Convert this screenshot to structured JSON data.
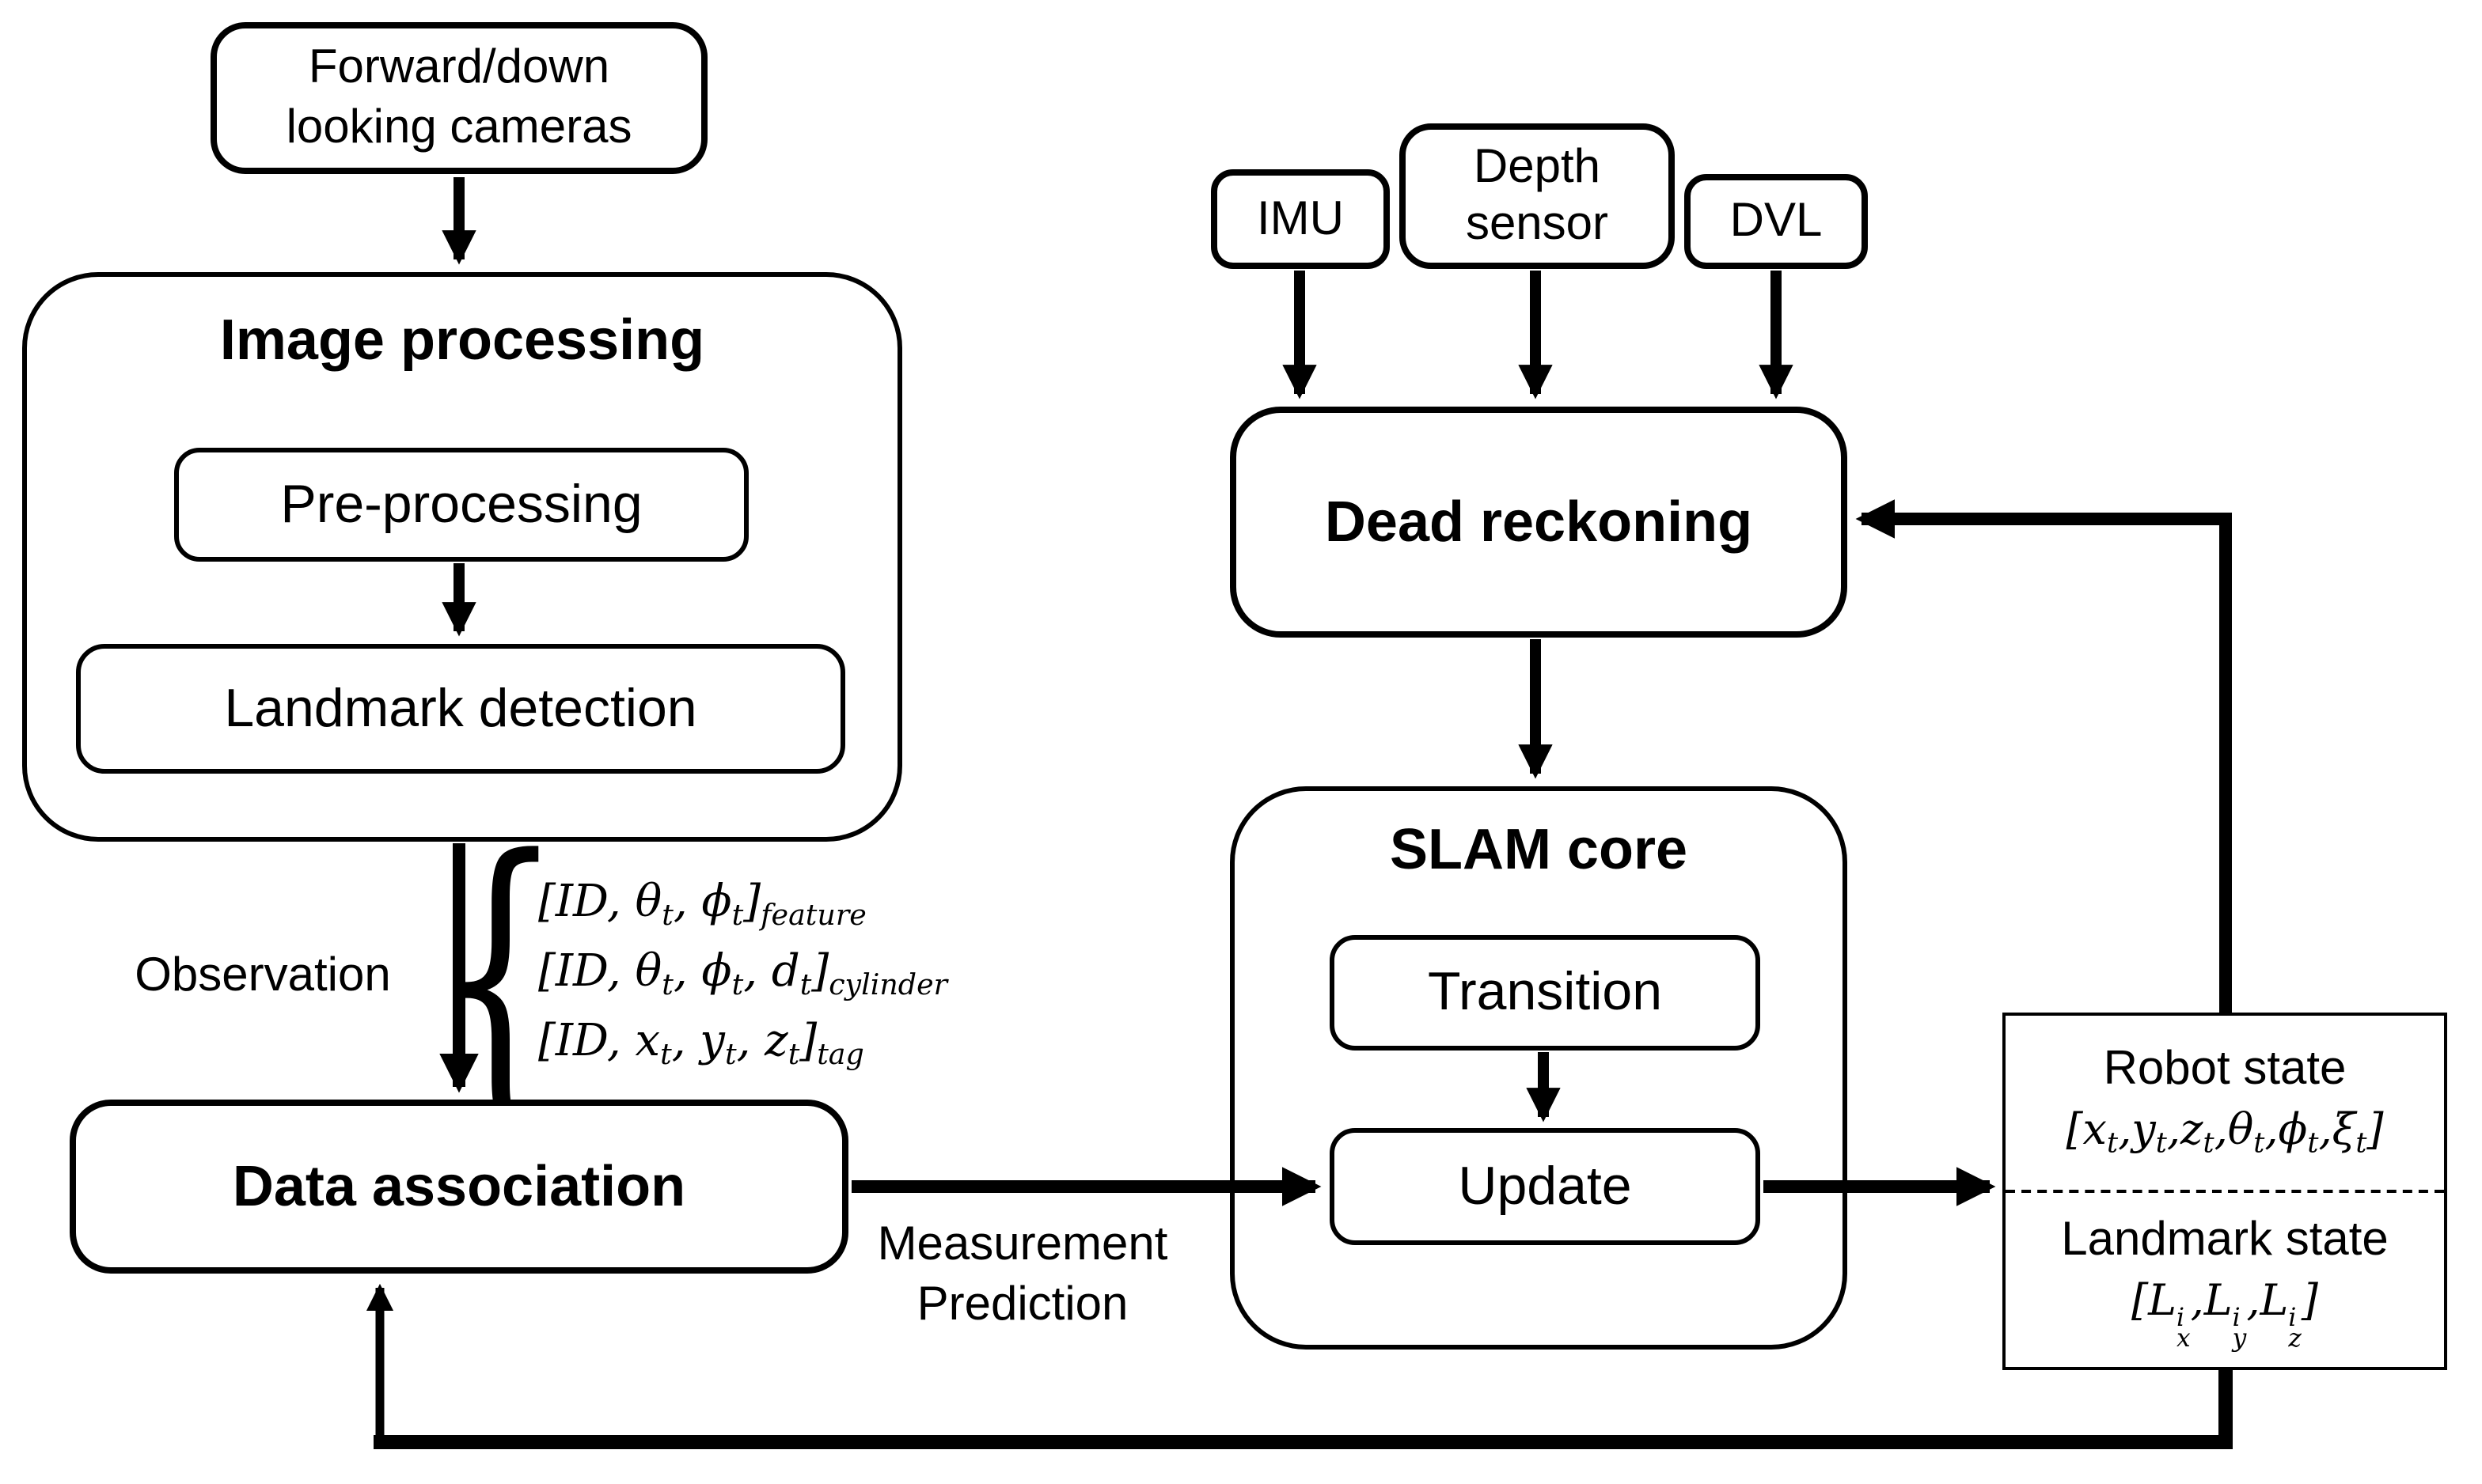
{
  "colors": {
    "ink": "#000000",
    "paper": "#ffffff"
  },
  "nodes": {
    "cameras": {
      "lines": [
        "Forward/down",
        "looking cameras"
      ]
    },
    "image_processing": {
      "title": "Image processing"
    },
    "pre_processing": {
      "label": "Pre-processing"
    },
    "landmark_detection": {
      "label": "Landmark detection"
    },
    "data_association": {
      "label": "Data association"
    },
    "imu": {
      "label": "IMU"
    },
    "depth_sensor": {
      "lines": [
        "Depth",
        "sensor"
      ]
    },
    "dvl": {
      "label": "DVL"
    },
    "dead_reckoning": {
      "label": "Dead reckoning"
    },
    "slam_core": {
      "title": "SLAM core"
    },
    "transition": {
      "label": "Transition"
    },
    "update": {
      "label": "Update"
    },
    "state": {
      "robot_title": "Robot state",
      "robot_vector_html": "[x<sub>t</sub>,y<sub>t</sub>,z<sub>t</sub>,θ<sub>t</sub>,ϕ<sub>t</sub>,ξ<sub>t</sub>]",
      "landmark_title": "Landmark state",
      "landmark_vector_html": "[L<span class='ss'><span>i</span><span>x</span></span>,L<span class='ss'><span>i</span><span>y</span></span>,L<span class='ss'><span>i</span><span>z</span></span>]"
    }
  },
  "labels": {
    "observation": "Observation",
    "brace": "{",
    "observation_formulas_html": [
      "[ID, θ<sub>t</sub>, ϕ<sub>t</sub>]<sub>feature</sub>",
      "[ID, θ<sub>t</sub>, ϕ<sub>t</sub>, d<sub>t</sub>]<sub>cylinder</sub>",
      "[ID, x<sub>t</sub>, y<sub>t</sub>, z<sub>t</sub>]<sub>tag</sub>"
    ],
    "measurement_prediction_lines": [
      "Measurement",
      "Prediction"
    ]
  },
  "edges": [
    {
      "from": "forward-down-looking-cameras",
      "to": "image-processing"
    },
    {
      "from": "pre-processing",
      "to": "landmark-detection"
    },
    {
      "from": "image-processing",
      "to": "data-association",
      "label": "Observation"
    },
    {
      "from": "imu",
      "to": "dead-reckoning"
    },
    {
      "from": "depth-sensor",
      "to": "dead-reckoning"
    },
    {
      "from": "dvl",
      "to": "dead-reckoning"
    },
    {
      "from": "dead-reckoning",
      "to": "slam-core"
    },
    {
      "from": "transition",
      "to": "update"
    },
    {
      "from": "data-association",
      "to": "update",
      "label": "Measurement Prediction"
    },
    {
      "from": "update",
      "to": "robot-landmark-state"
    },
    {
      "from": "robot-landmark-state",
      "to": "dead-reckoning"
    },
    {
      "from": "robot-landmark-state",
      "to": "data-association"
    }
  ]
}
